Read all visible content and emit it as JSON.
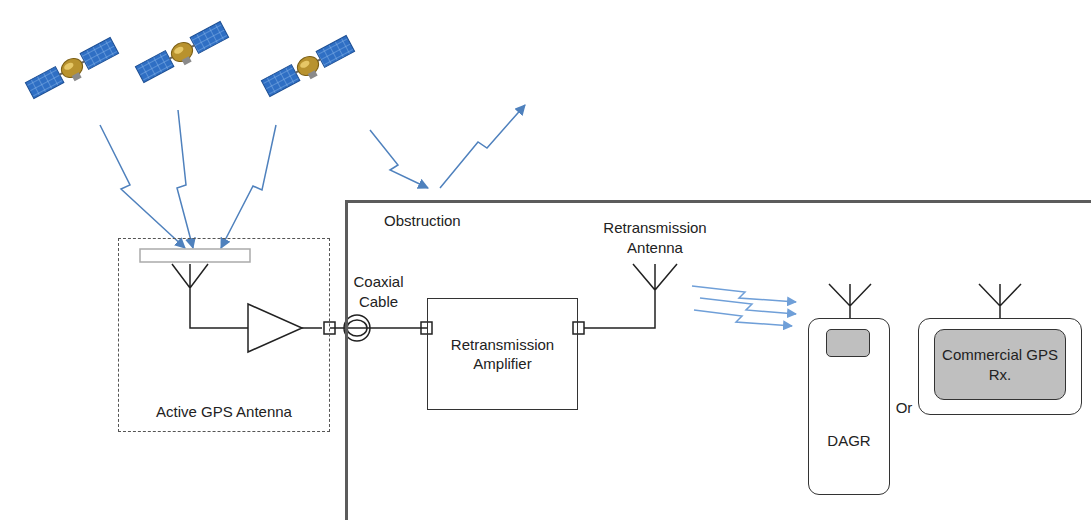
{
  "diagram": {
    "nodes": [
      {
        "text": [
          "Active GPS Antenna"
        ]
      },
      {
        "text": [
          "Obstruction"
        ]
      },
      {
        "text": [
          "Retransmission Amplifier"
        ],
        "in": 1
      },
      {
        "text": [
          "DAGR"
        ],
        "in": 1
      },
      {
        "text": [
          "Commercial GPS Rx."
        ],
        "in": 1
      }
    ],
    "edges": [
      {
        "from": 0,
        "to": 2,
        "arrow": "none",
        "label": "Coaxial Cable"
      }
    ],
    "labels": [
      "Retransmission Antenna",
      "Or"
    ]
  }
}
